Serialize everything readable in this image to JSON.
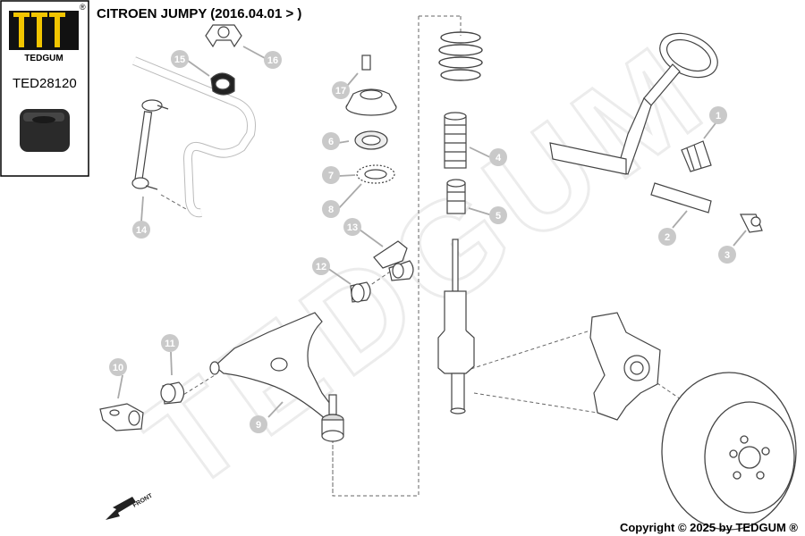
{
  "header": {
    "brand": "TEDGUM",
    "brand_mark": "®",
    "part_number": "TED28120",
    "vehicle_title": "CITROEN JUMPY  (2016.04.01 > )"
  },
  "callouts": [
    "1",
    "2",
    "3",
    "4",
    "5",
    "6",
    "7",
    "8",
    "9",
    "10",
    "11",
    "12",
    "13",
    "14",
    "15",
    "16",
    "17"
  ],
  "watermark": "TEDGUM",
  "front_label": "FRONT",
  "footer": {
    "copyright": "Copyright © 2025 by TEDGUM ®"
  },
  "colors": {
    "callout_fill": "#c9c9c9",
    "line": "#444444",
    "part_fill": "#222222"
  }
}
